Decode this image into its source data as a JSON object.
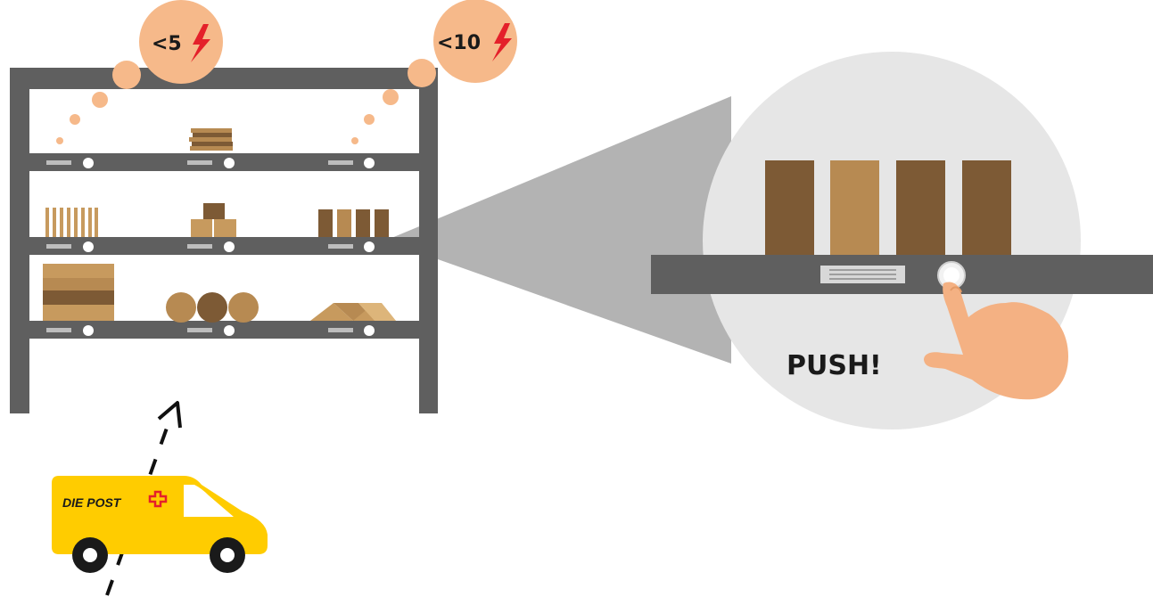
{
  "badges": [
    {
      "text": "<5",
      "icon": "lightning-bolt-icon"
    },
    {
      "text": "<10",
      "icon": "lightning-bolt-icon"
    }
  ],
  "callout": {
    "label": "PUSH!",
    "icon": "pointing-hand-icon"
  },
  "van": {
    "logo_text": "DIE POST",
    "logo_icon": "swiss-cross-icon"
  },
  "colors": {
    "shelf": "#5f5f5f",
    "badge": "#f6b98a",
    "bolt": "#e4202a",
    "box_dark": "#7d5a35",
    "box_light": "#b78a52",
    "van_yellow": "#ffcc00",
    "callout_bg": "#e6e6e6",
    "beam": "#b3b3b3"
  }
}
